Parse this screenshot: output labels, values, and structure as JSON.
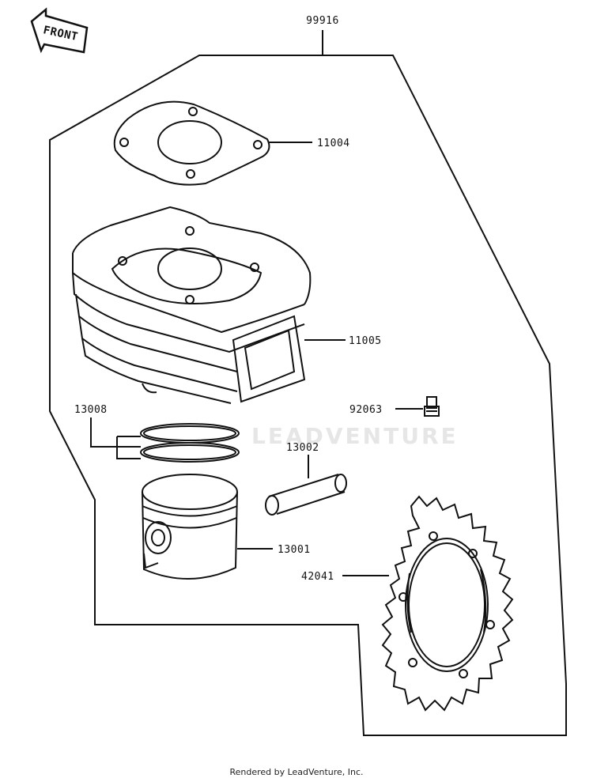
{
  "parts": {
    "kit": "99916",
    "gasket": "11004",
    "cylinder": "11005",
    "fitting": "92063",
    "rings": "13008",
    "pin": "13002",
    "piston": "13001",
    "sprocket": "42041"
  },
  "front_label": "FRONT",
  "watermark": "LEADVENTURE",
  "footer": "Rendered by LeadVenture, Inc."
}
